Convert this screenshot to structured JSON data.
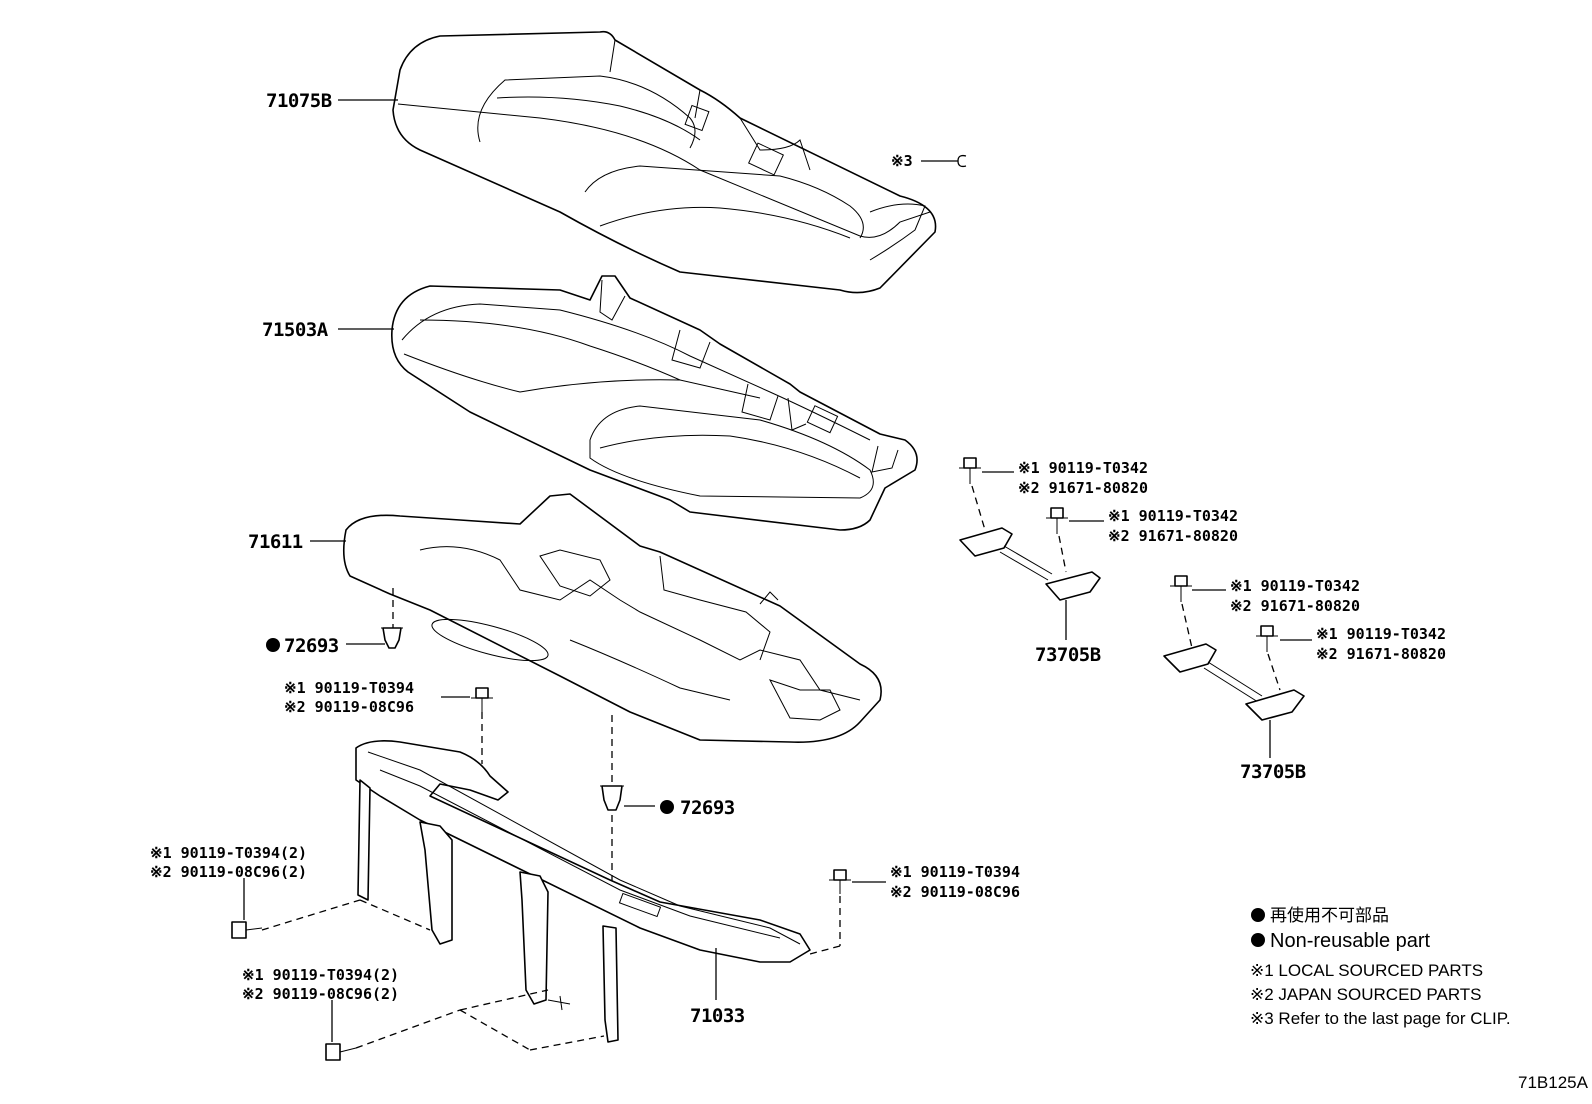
{
  "labels": {
    "cover": "71075B",
    "pad": "71503A",
    "pan": "71611",
    "clip_left": "72693",
    "clip_center": "72693",
    "frame": "71033",
    "hook_upper": "73705B",
    "hook_lower": "73705B",
    "note3": "※3"
  },
  "callouts": {
    "hook1_bolt_a": {
      "l1": "※1 90119-T0342",
      "l2": "※2 91671-80820"
    },
    "hook1_bolt_b": {
      "l1": "※1 90119-T0342",
      "l2": "※2 91671-80820"
    },
    "hook2_bolt_a": {
      "l1": "※1 90119-T0342",
      "l2": "※2 91671-80820"
    },
    "hook2_bolt_b": {
      "l1": "※1 90119-T0342",
      "l2": "※2 91671-80820"
    },
    "frame_top_bolt": {
      "l1": "※1 90119-T0394",
      "l2": "※2 90119-08C96"
    },
    "frame_left_bolt": {
      "l1": "※1 90119-T0394(2)",
      "l2": "※2 90119-08C96(2)"
    },
    "frame_bottom_bolt": {
      "l1": "※1 90119-T0394(2)",
      "l2": "※2 90119-08C96(2)"
    },
    "frame_right_bolt": {
      "l1": "※1 90119-T0394",
      "l2": "※2 90119-08C96"
    }
  },
  "legend": {
    "nonreusable_jp": "再使用不可部品",
    "nonreusable_en": "Non-reusable part",
    "note1": "※1 LOCAL SOURCED PARTS",
    "note2": "※2 JAPAN SOURCED PARTS",
    "note3": "※3 Refer to the last page for CLIP."
  },
  "figure_id": "71B125A"
}
